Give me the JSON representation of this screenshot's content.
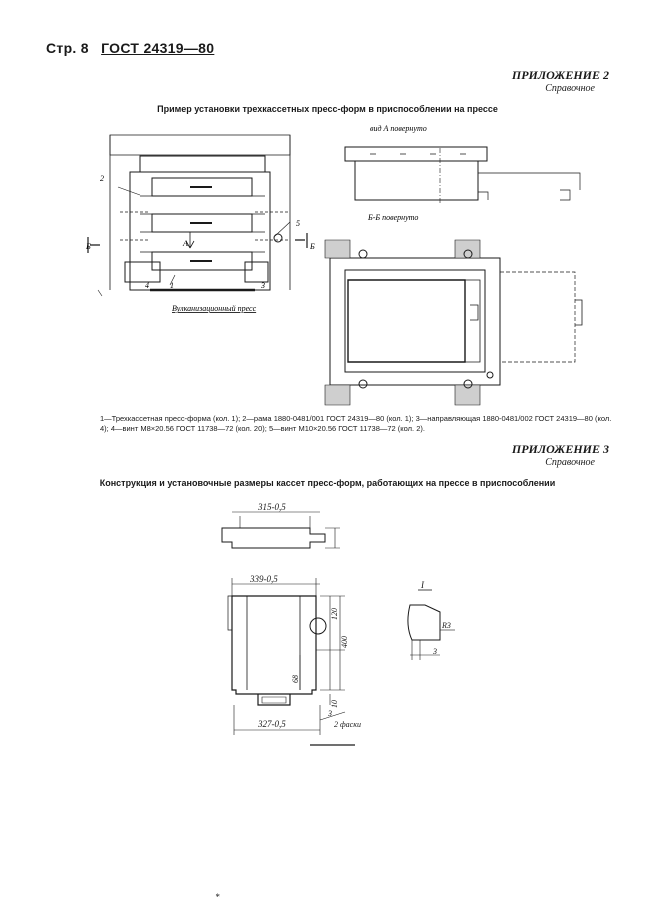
{
  "header": {
    "page": "Стр. 8",
    "standard": "ГОСТ 24319—80"
  },
  "appendix2": {
    "title": "ПРИЛОЖЕНИЕ 2",
    "subtitle": "Справочное",
    "caption": "Пример установки трехкассетных пресс-форм в приспособлении на прессе",
    "view_a": "вид А повернуто",
    "section_bb": "Б-Б повернуто",
    "vulcan_label": "Вулканизационный пресс",
    "callouts": [
      "2",
      "3",
      "4",
      "5",
      "1"
    ],
    "section_marks": [
      "Б",
      "Б"
    ],
    "arrow_label": "А",
    "legend": "1—Трехкассетная пресс-форма (кол. 1); 2—рама 1880-0481/001 ГОСТ 24319—80 (кол. 1); 3—направляющая 1880-0481/002 ГОСТ 24319—80 (кол. 4); 4—винт М8×20.56 ГОСТ 11738—72 (кол. 20); 5—винт М10×20.56 ГОСТ 11738—72 (кол. 2)."
  },
  "appendix3": {
    "title": "ПРИЛОЖЕНИЕ 3",
    "subtitle": "Справочное",
    "caption": "Конструкция и установочные размеры кассет пресс-форм, работающих на прессе в приспособлении",
    "dims": {
      "top_width": "315-0,5",
      "width_339": "339-0,5",
      "height_120": "120",
      "height_400": "400",
      "height_68": "68",
      "height_10": "10",
      "dim_3": "3",
      "bottom_width": "327-0,5",
      "chamfers": "2 фаски"
    },
    "detail_label": "I",
    "detail_radius": "R3",
    "detail_dim": "3"
  },
  "footer_mark": "*"
}
